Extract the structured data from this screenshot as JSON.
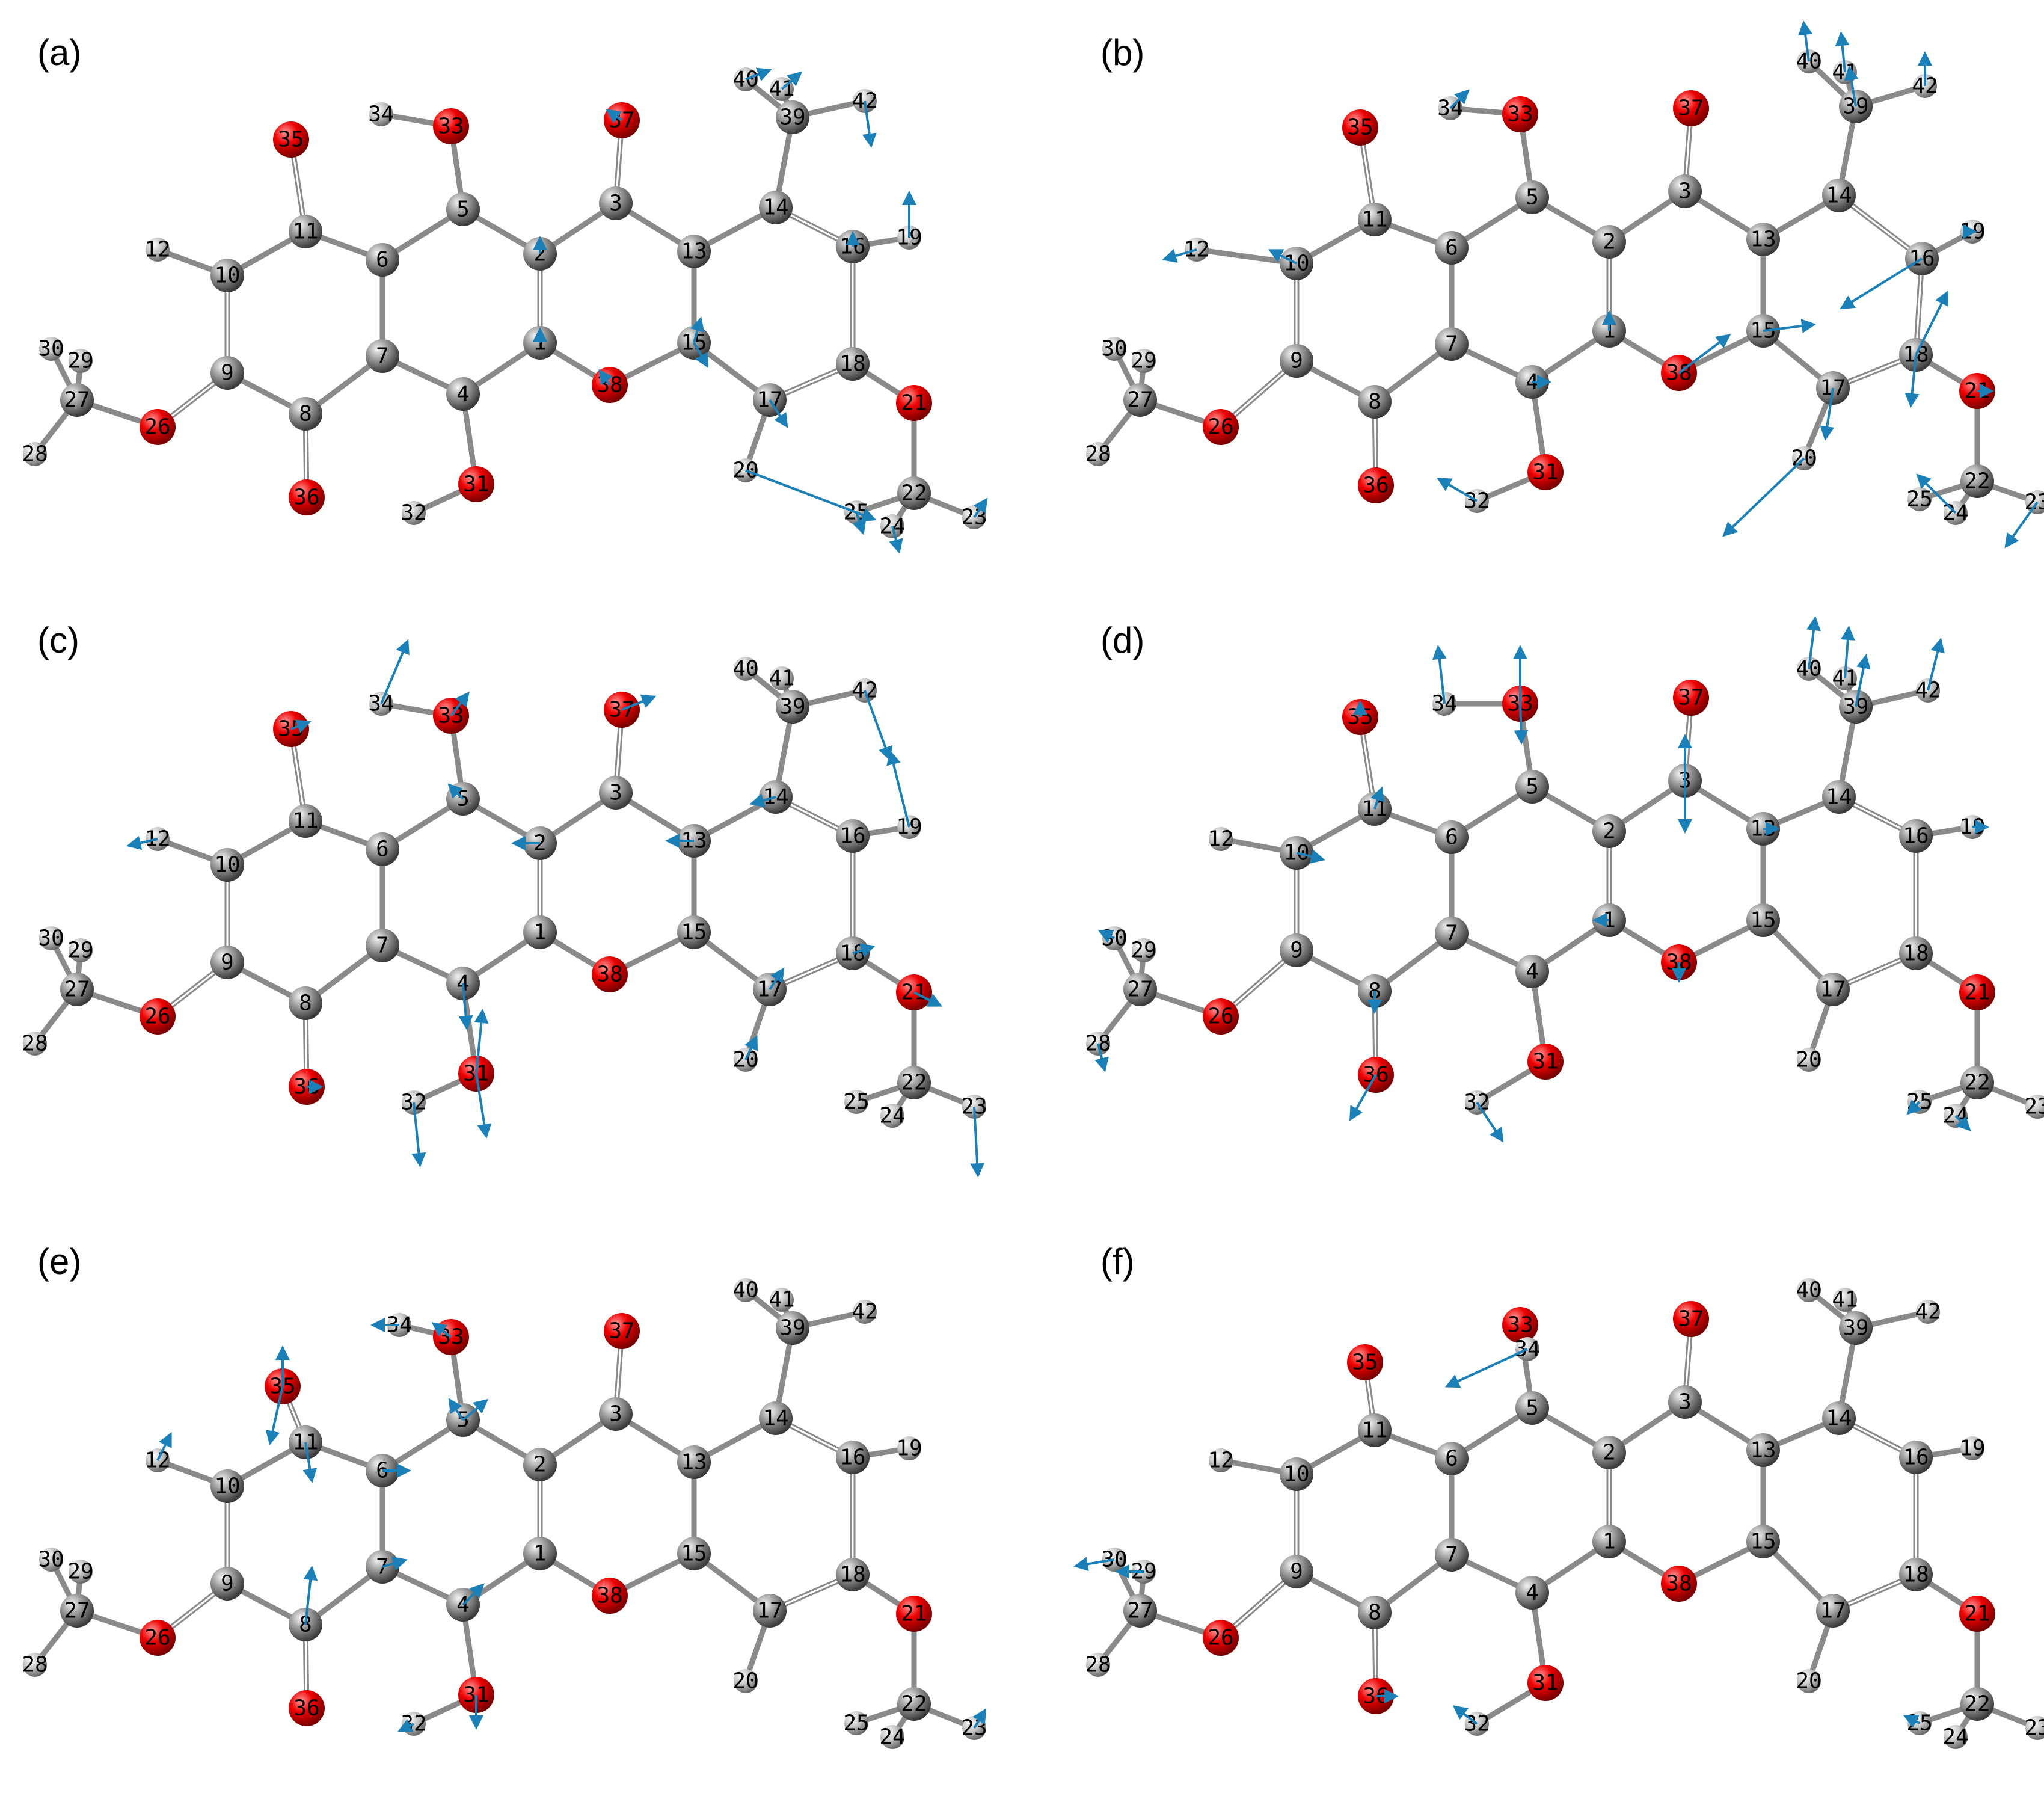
{
  "panels": [
    {
      "label": "(a)",
      "mode": "a"
    },
    {
      "label": "(b)",
      "mode": "b"
    },
    {
      "label": "(c)",
      "mode": "c"
    },
    {
      "label": "(d)",
      "mode": "d"
    },
    {
      "label": "(e)",
      "mode": "e"
    },
    {
      "label": "(f)",
      "mode": "f"
    }
  ],
  "molecule": {
    "atoms": [
      {
        "id": "1",
        "el": "C"
      },
      {
        "id": "2",
        "el": "C"
      },
      {
        "id": "3",
        "el": "C"
      },
      {
        "id": "4",
        "el": "C"
      },
      {
        "id": "5",
        "el": "C"
      },
      {
        "id": "6",
        "el": "C"
      },
      {
        "id": "7",
        "el": "C"
      },
      {
        "id": "8",
        "el": "C"
      },
      {
        "id": "9",
        "el": "C"
      },
      {
        "id": "10",
        "el": "C"
      },
      {
        "id": "11",
        "el": "C"
      },
      {
        "id": "12",
        "el": "H"
      },
      {
        "id": "13",
        "el": "C"
      },
      {
        "id": "14",
        "el": "C"
      },
      {
        "id": "15",
        "el": "C"
      },
      {
        "id": "16",
        "el": "C"
      },
      {
        "id": "17",
        "el": "C"
      },
      {
        "id": "18",
        "el": "C"
      },
      {
        "id": "19",
        "el": "H"
      },
      {
        "id": "20",
        "el": "H"
      },
      {
        "id": "21",
        "el": "O"
      },
      {
        "id": "22",
        "el": "C"
      },
      {
        "id": "23",
        "el": "H"
      },
      {
        "id": "24",
        "el": "H"
      },
      {
        "id": "25",
        "el": "H"
      },
      {
        "id": "26",
        "el": "O"
      },
      {
        "id": "27",
        "el": "C"
      },
      {
        "id": "28",
        "el": "H"
      },
      {
        "id": "29",
        "el": "H"
      },
      {
        "id": "30",
        "el": "H"
      },
      {
        "id": "31",
        "el": "O"
      },
      {
        "id": "32",
        "el": "H"
      },
      {
        "id": "33",
        "el": "O"
      },
      {
        "id": "34",
        "el": "H"
      },
      {
        "id": "35",
        "el": "O"
      },
      {
        "id": "36",
        "el": "O"
      },
      {
        "id": "37",
        "el": "O"
      },
      {
        "id": "38",
        "el": "O"
      },
      {
        "id": "39",
        "el": "C"
      },
      {
        "id": "40",
        "el": "H"
      },
      {
        "id": "41",
        "el": "H"
      },
      {
        "id": "42",
        "el": "H"
      }
    ],
    "bonds": [
      [
        "1",
        "2",
        "d"
      ],
      [
        "2",
        "3",
        "s"
      ],
      [
        "3",
        "13",
        "s"
      ],
      [
        "13",
        "15",
        "a"
      ],
      [
        "15",
        "38",
        "s"
      ],
      [
        "38",
        "1",
        "s"
      ],
      [
        "1",
        "4",
        "a"
      ],
      [
        "4",
        "7",
        "a"
      ],
      [
        "7",
        "6",
        "a"
      ],
      [
        "6",
        "5",
        "a"
      ],
      [
        "5",
        "2",
        "a"
      ],
      [
        "6",
        "11",
        "s"
      ],
      [
        "11",
        "10",
        "s"
      ],
      [
        "10",
        "9",
        "d"
      ],
      [
        "9",
        "8",
        "s"
      ],
      [
        "8",
        "7",
        "s"
      ],
      [
        "13",
        "14",
        "a"
      ],
      [
        "14",
        "16",
        "d"
      ],
      [
        "16",
        "18",
        "d"
      ],
      [
        "18",
        "17",
        "d"
      ],
      [
        "17",
        "15",
        "a"
      ],
      [
        "3",
        "37",
        "d"
      ],
      [
        "5",
        "33",
        "s"
      ],
      [
        "33",
        "34",
        "s"
      ],
      [
        "11",
        "35",
        "d"
      ],
      [
        "8",
        "36",
        "d"
      ],
      [
        "4",
        "31",
        "s"
      ],
      [
        "31",
        "32",
        "s"
      ],
      [
        "9",
        "26",
        "d"
      ],
      [
        "26",
        "27",
        "s"
      ],
      [
        "27",
        "28",
        "s"
      ],
      [
        "27",
        "29",
        "s"
      ],
      [
        "27",
        "30",
        "s"
      ],
      [
        "10",
        "12",
        "s"
      ],
      [
        "14",
        "39",
        "s"
      ],
      [
        "39",
        "40",
        "s"
      ],
      [
        "39",
        "41",
        "s"
      ],
      [
        "39",
        "42",
        "s"
      ],
      [
        "16",
        "19",
        "s"
      ],
      [
        "17",
        "20",
        "s"
      ],
      [
        "18",
        "21",
        "s"
      ],
      [
        "21",
        "22",
        "s"
      ],
      [
        "22",
        "23",
        "s"
      ],
      [
        "22",
        "24",
        "s"
      ],
      [
        "22",
        "25",
        "s"
      ]
    ],
    "colors": {
      "C": "#8c8c8c",
      "H": "#c8c8c8",
      "O": "#e00000",
      "vector": "#1b7fb8"
    }
  }
}
